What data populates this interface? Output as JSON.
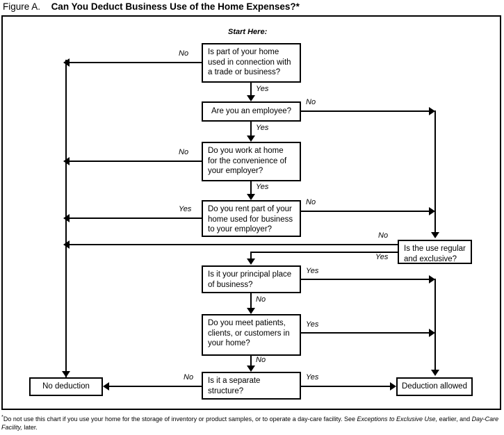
{
  "figure": {
    "label": "Figure A.",
    "heading": "Can You Deduct Business Use of the Home Expenses?*"
  },
  "start_label": "Start Here:",
  "nodes": {
    "q1": "Is part of your home used in connection with a trade or business?",
    "q2": "Are you an employee?",
    "q3": "Do you work at home for the convenience of your employer?",
    "q4": "Do you rent part of your home used for business to your employer?",
    "q5": "Is the use regular and exclusive?",
    "q6": "Is it your principal place of business?",
    "q7": "Do you meet patients, clients, or customers in your home?",
    "q8": "Is it a separate structure?",
    "no_deduction": "No deduction",
    "deduction_allowed": "Deduction allowed"
  },
  "edge_labels": {
    "q1_no": "No",
    "q1_yes": "Yes",
    "q2_no": "No",
    "q2_yes": "Yes",
    "q3_no": "No",
    "q3_yes": "Yes",
    "q4_yes": "Yes",
    "q4_no": "No",
    "q5_no": "No",
    "q5_yes": "Yes",
    "q6_yes": "Yes",
    "q6_no": "No",
    "q7_yes": "Yes",
    "q7_no": "No",
    "q8_no": "No",
    "q8_yes": "Yes"
  },
  "footnote": {
    "marker": "*",
    "part1": "Do not use this chart if you use your home for the storage of inventory or product samples, or to operate a day-care facility. See ",
    "em1": "Exceptions to Exclusive Use,",
    "part2": " earlier, and ",
    "em2": "Day-Care Facility,",
    "part3": " later."
  },
  "colors": {
    "ink": "#000000",
    "paper": "#ffffff"
  }
}
